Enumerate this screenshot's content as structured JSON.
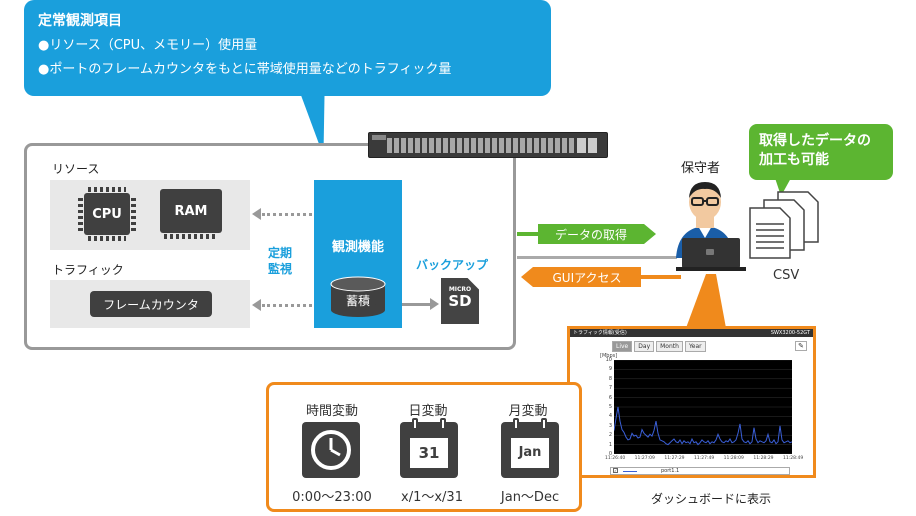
{
  "callout": {
    "title": "定常観測項目",
    "bullets": [
      "●リソース（CPU、メモリー）使用量",
      "●ポートのフレームカウンタをもとに帯域使用量などのトラフィック量"
    ]
  },
  "resources": {
    "label": "リソース",
    "cpu": "CPU",
    "ram": "RAM"
  },
  "traffic": {
    "label": "トラフィック",
    "frame_counter": "フレームカウンタ"
  },
  "periodic": {
    "line1": "定期",
    "line2": "監視"
  },
  "observe": {
    "title": "観測機能",
    "storage": "蓄積"
  },
  "backup": {
    "label": "バックアップ",
    "sd_top": "MICRO",
    "sd_main": "SD"
  },
  "flows": {
    "get_data": "データの取得",
    "gui_access": "GUIアクセス"
  },
  "maintainer": {
    "label": "保守者"
  },
  "bubble": {
    "line1": "取得したデータの",
    "line2": "加工も可能"
  },
  "csv": {
    "label": "CSV"
  },
  "variations": [
    {
      "title": "時間変動",
      "icon": "clock-icon",
      "range": "0:00～23:00"
    },
    {
      "title": "日変動",
      "icon": "calendar-day-icon",
      "icon_text": "31",
      "range": "x/1～x/31"
    },
    {
      "title": "月変動",
      "icon": "calendar-month-icon",
      "icon_text": "Jan",
      "range": "Jan～Dec"
    }
  ],
  "dashboard": {
    "header_left": "トラフィック情報(受信)",
    "header_right": "SWX3200-52GT",
    "tabs": [
      "Live",
      "Day",
      "Month",
      "Year"
    ],
    "active_tab": "Live",
    "legend": "port1.1",
    "caption": "ダッシュボードに表示"
  },
  "chart_data": {
    "type": "line",
    "ylabel": "[Mbps]",
    "ylim": [
      0,
      10
    ],
    "yticks": [
      0,
      1,
      2,
      3,
      4,
      5,
      6,
      7,
      8,
      9,
      10
    ],
    "xticks": [
      "11:26:40",
      "11:27:09",
      "11:27:29",
      "11:27:49",
      "11:28:09",
      "11:28:29",
      "11:28:49"
    ],
    "series": [
      {
        "name": "port1.1",
        "values": [
          2.5,
          3.8,
          5.0,
          3.5,
          2.6,
          2.3,
          1.8,
          1.5,
          1.6,
          2.2,
          1.9,
          2.0,
          1.7,
          1.8,
          2.6,
          2.2,
          2.0,
          1.8,
          2.1,
          1.9,
          2.5,
          3.5,
          2.2,
          1.5,
          1.4,
          1.3,
          1.1,
          1.0,
          1.2,
          1.4,
          1.6,
          1.3,
          1.2,
          1.5,
          1.1,
          1.4,
          1.2,
          1.3,
          1.1,
          1.6,
          1.2,
          1.3,
          1.0,
          1.2,
          1.5,
          1.3,
          1.2,
          1.4,
          1.1,
          1.3,
          1.2,
          1.5,
          2.1,
          1.6,
          1.3,
          1.2,
          1.4,
          1.3,
          1.6,
          1.2,
          1.3,
          1.5,
          2.2,
          3.2,
          1.6,
          1.3,
          1.2,
          1.4,
          1.1,
          1.3,
          2.8,
          1.6,
          1.2,
          1.4,
          1.3,
          1.2,
          1.4,
          2.1,
          1.3,
          1.2,
          1.5,
          1.1,
          1.3,
          3.0,
          1.5,
          1.2,
          1.3,
          1.4,
          1.2,
          1.3
        ]
      }
    ],
    "color": "#3a5fd8"
  },
  "colors": {
    "blue": "#1a9fdc",
    "green": "#5cb531",
    "orange": "#f08a1c",
    "dark": "#404040"
  }
}
